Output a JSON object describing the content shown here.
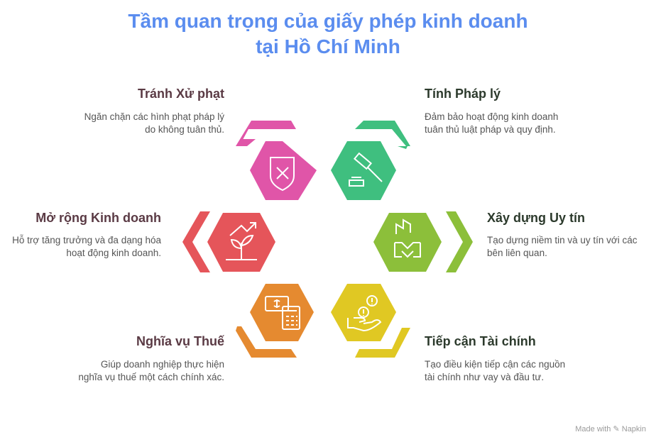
{
  "title": {
    "line1": "Tầm quan trọng của giấy phép kinh doanh",
    "line2": "tại Hồ Chí Minh"
  },
  "items": [
    {
      "id": "avoid-penalty",
      "title": "Tránh Xử phạt",
      "desc": "Ngăn chặn các hình phạt pháp lý do không tuân thủ.",
      "color": "#e055a8",
      "icon": "shield-x-icon",
      "side": "left"
    },
    {
      "id": "legality",
      "title": "Tính Pháp lý",
      "desc": "Đảm bảo hoạt động kinh doanh tuân thủ luật pháp và quy định.",
      "color": "#3fbf7f",
      "icon": "gavel-icon",
      "side": "right"
    },
    {
      "id": "expand-business",
      "title": "Mở rộng Kinh doanh",
      "desc": "Hỗ trợ tăng trưởng và đa dạng hóa hoạt động kinh doanh.",
      "color": "#e5555a",
      "icon": "growth-plant-icon",
      "side": "left"
    },
    {
      "id": "build-reputation",
      "title": "Xây dựng Uy tín",
      "desc": "Tạo dựng niềm tin và uy tín với các bên liên quan.",
      "color": "#8cbf3a",
      "icon": "handshake-icon",
      "side": "right"
    },
    {
      "id": "tax-obligation",
      "title": "Nghĩa vụ Thuế",
      "desc": "Giúp doanh nghiệp thực hiện nghĩa vụ thuế một cách chính xác.",
      "color": "#e58a30",
      "icon": "calculator-cash-icon",
      "side": "left"
    },
    {
      "id": "finance-access",
      "title": "Tiếp cận Tài chính",
      "desc": "Tạo điều kiện tiếp cận các nguồn tài chính như vay và đầu tư.",
      "color": "#e0c823",
      "icon": "hand-coins-icon",
      "side": "right"
    }
  ],
  "footer": {
    "text": "Made with",
    "brand": "Napkin"
  }
}
